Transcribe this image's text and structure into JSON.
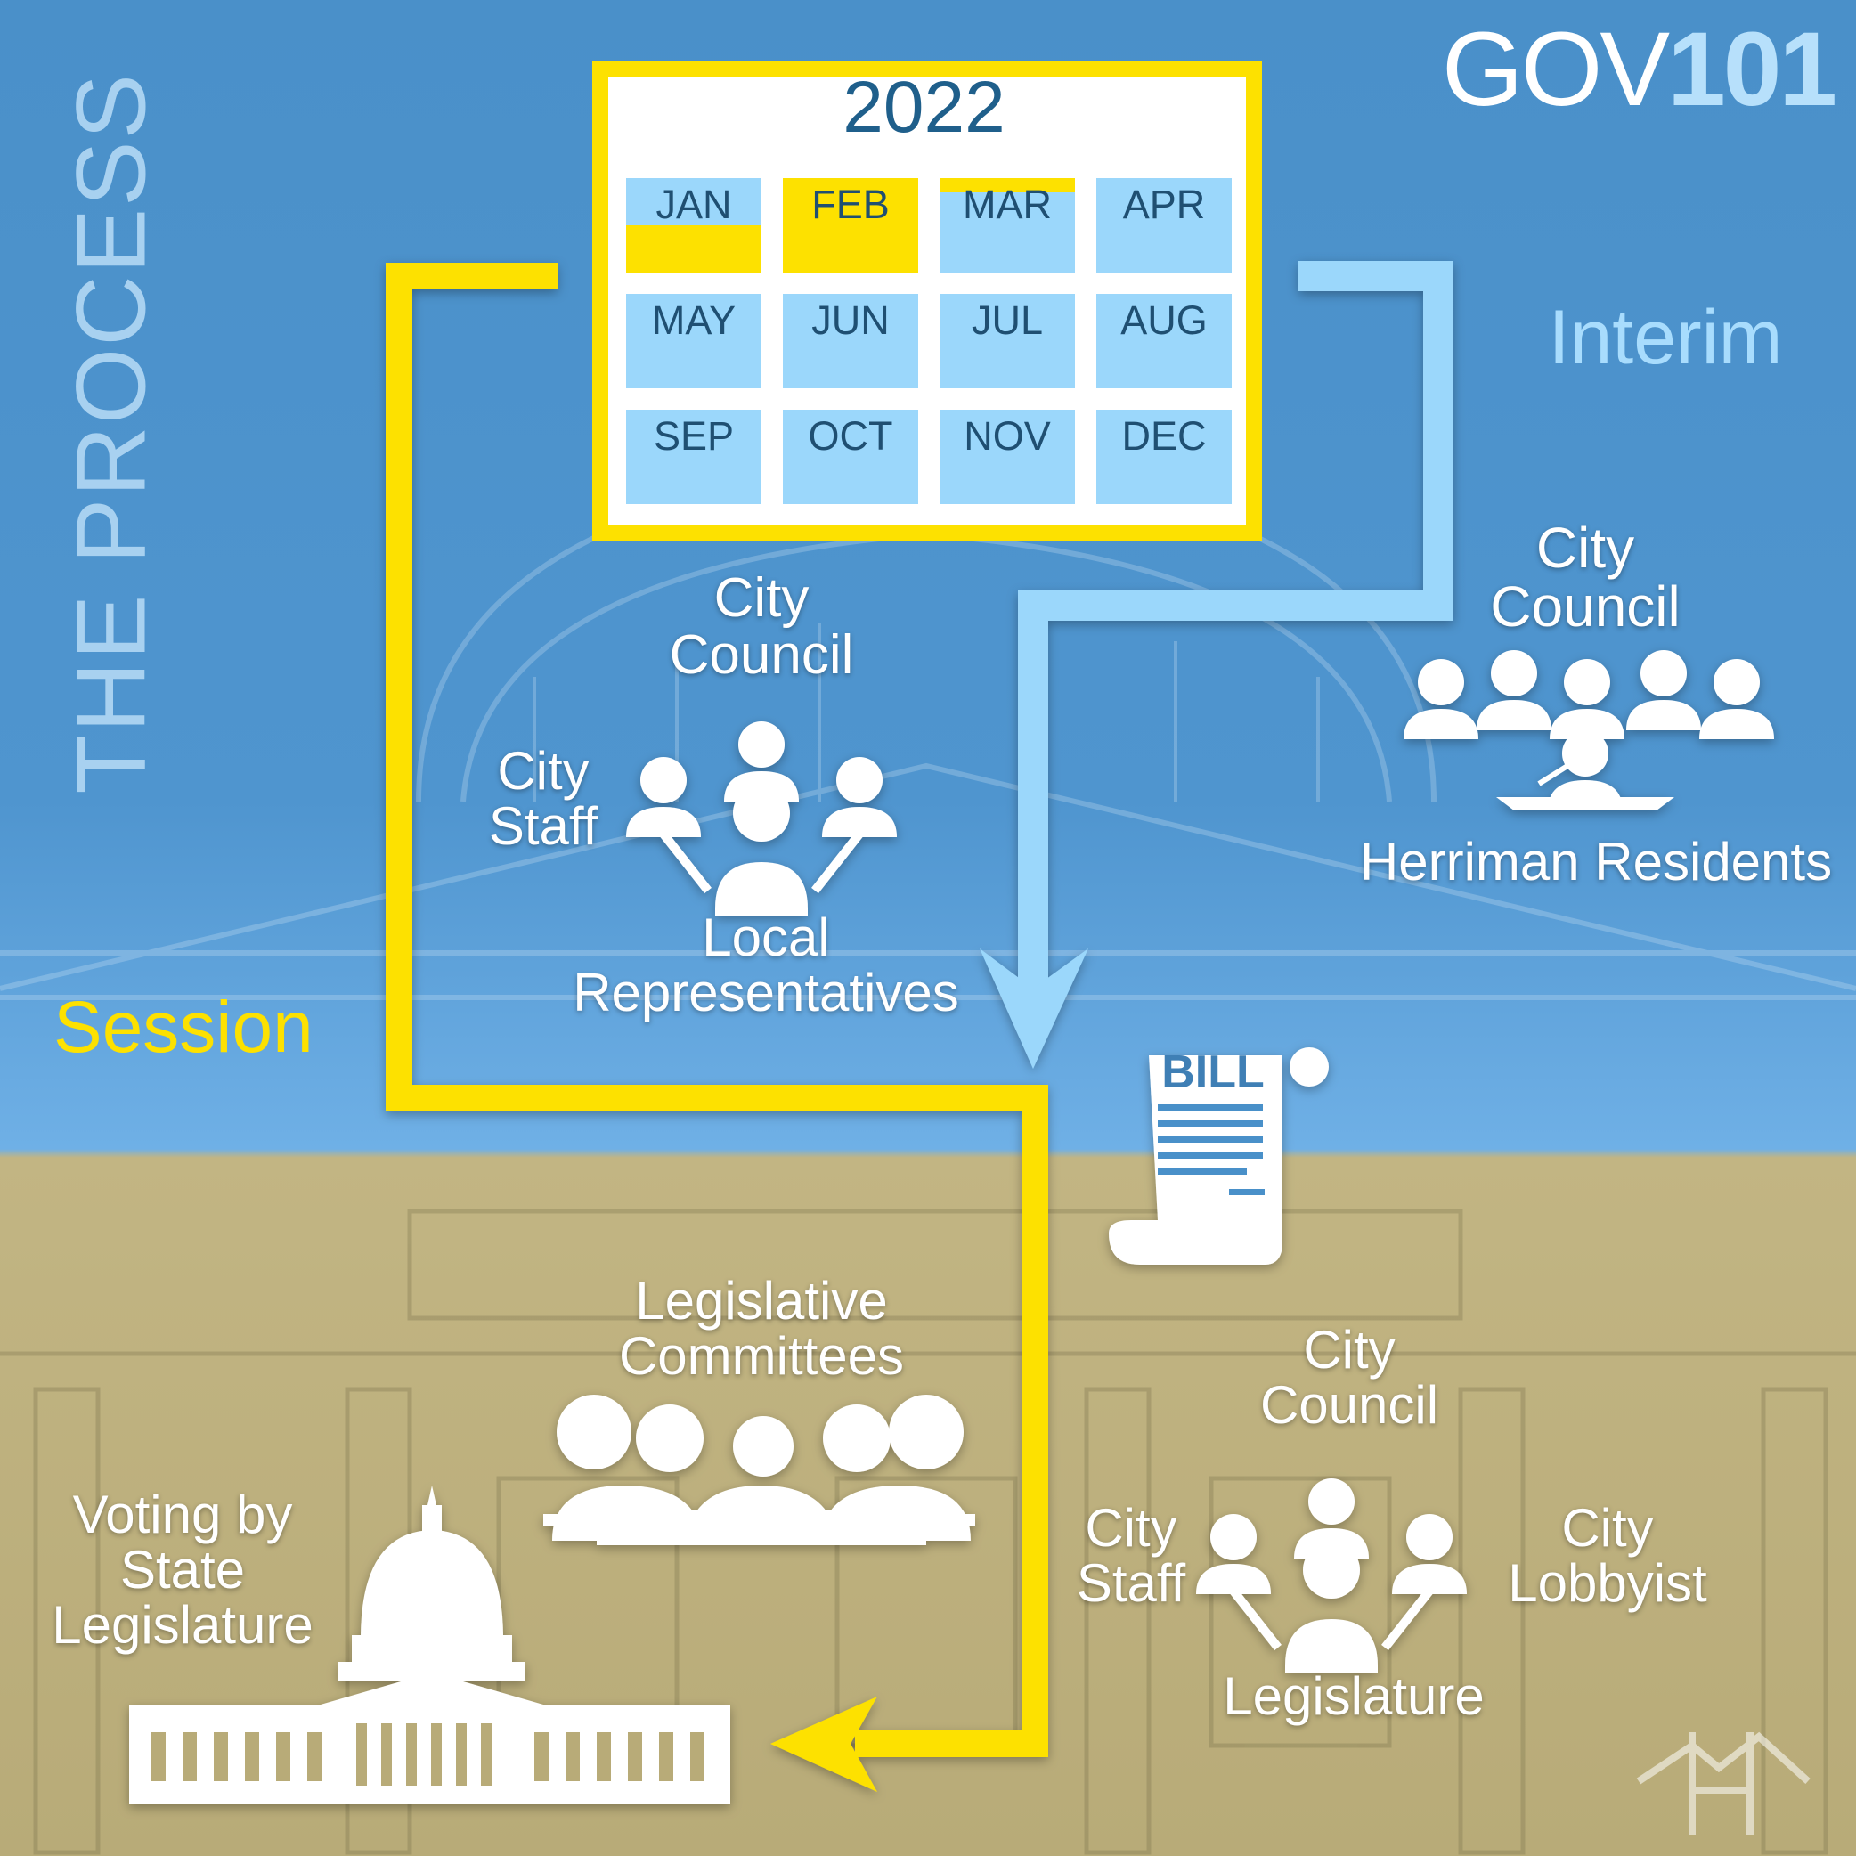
{
  "title": "THE PROCESS",
  "brand": {
    "light": "GOV",
    "bold": "101"
  },
  "calendar": {
    "year": "2022",
    "months": [
      {
        "label": "JAN",
        "session": 0.5,
        "from": "bottom"
      },
      {
        "label": "FEB",
        "session": 1,
        "from": "bottom"
      },
      {
        "label": "MAR",
        "session": 0.15,
        "from": "top"
      },
      {
        "label": "APR",
        "session": 0
      },
      {
        "label": "MAY",
        "session": 0
      },
      {
        "label": "JUN",
        "session": 0
      },
      {
        "label": "JUL",
        "session": 0
      },
      {
        "label": "AUG",
        "session": 0
      },
      {
        "label": "SEP",
        "session": 0
      },
      {
        "label": "OCT",
        "session": 0
      },
      {
        "label": "NOV",
        "session": 0
      },
      {
        "label": "DEC",
        "session": 0
      }
    ]
  },
  "labels": {
    "interim": "Interim",
    "session": "Session",
    "interim_council": "City\nCouncil",
    "herriman_residents": "Herriman Residents",
    "local_council": "City\nCouncil",
    "local_staff": "City\nStaff",
    "local_reps": "Local\nRepresentatives",
    "bill": "BILL",
    "committees": "Legislative\nCommittees",
    "voting": "Voting by\nState\nLegislature",
    "lower_council": "City\nCouncil",
    "lower_staff": "City\nStaff",
    "lobbyist": "City\nLobbyist",
    "legislature": "Legislature"
  },
  "colors": {
    "session": "#fde100",
    "interim": "#9bd7fb",
    "sky": "#4f95cf",
    "stone": "#bdb07c"
  }
}
